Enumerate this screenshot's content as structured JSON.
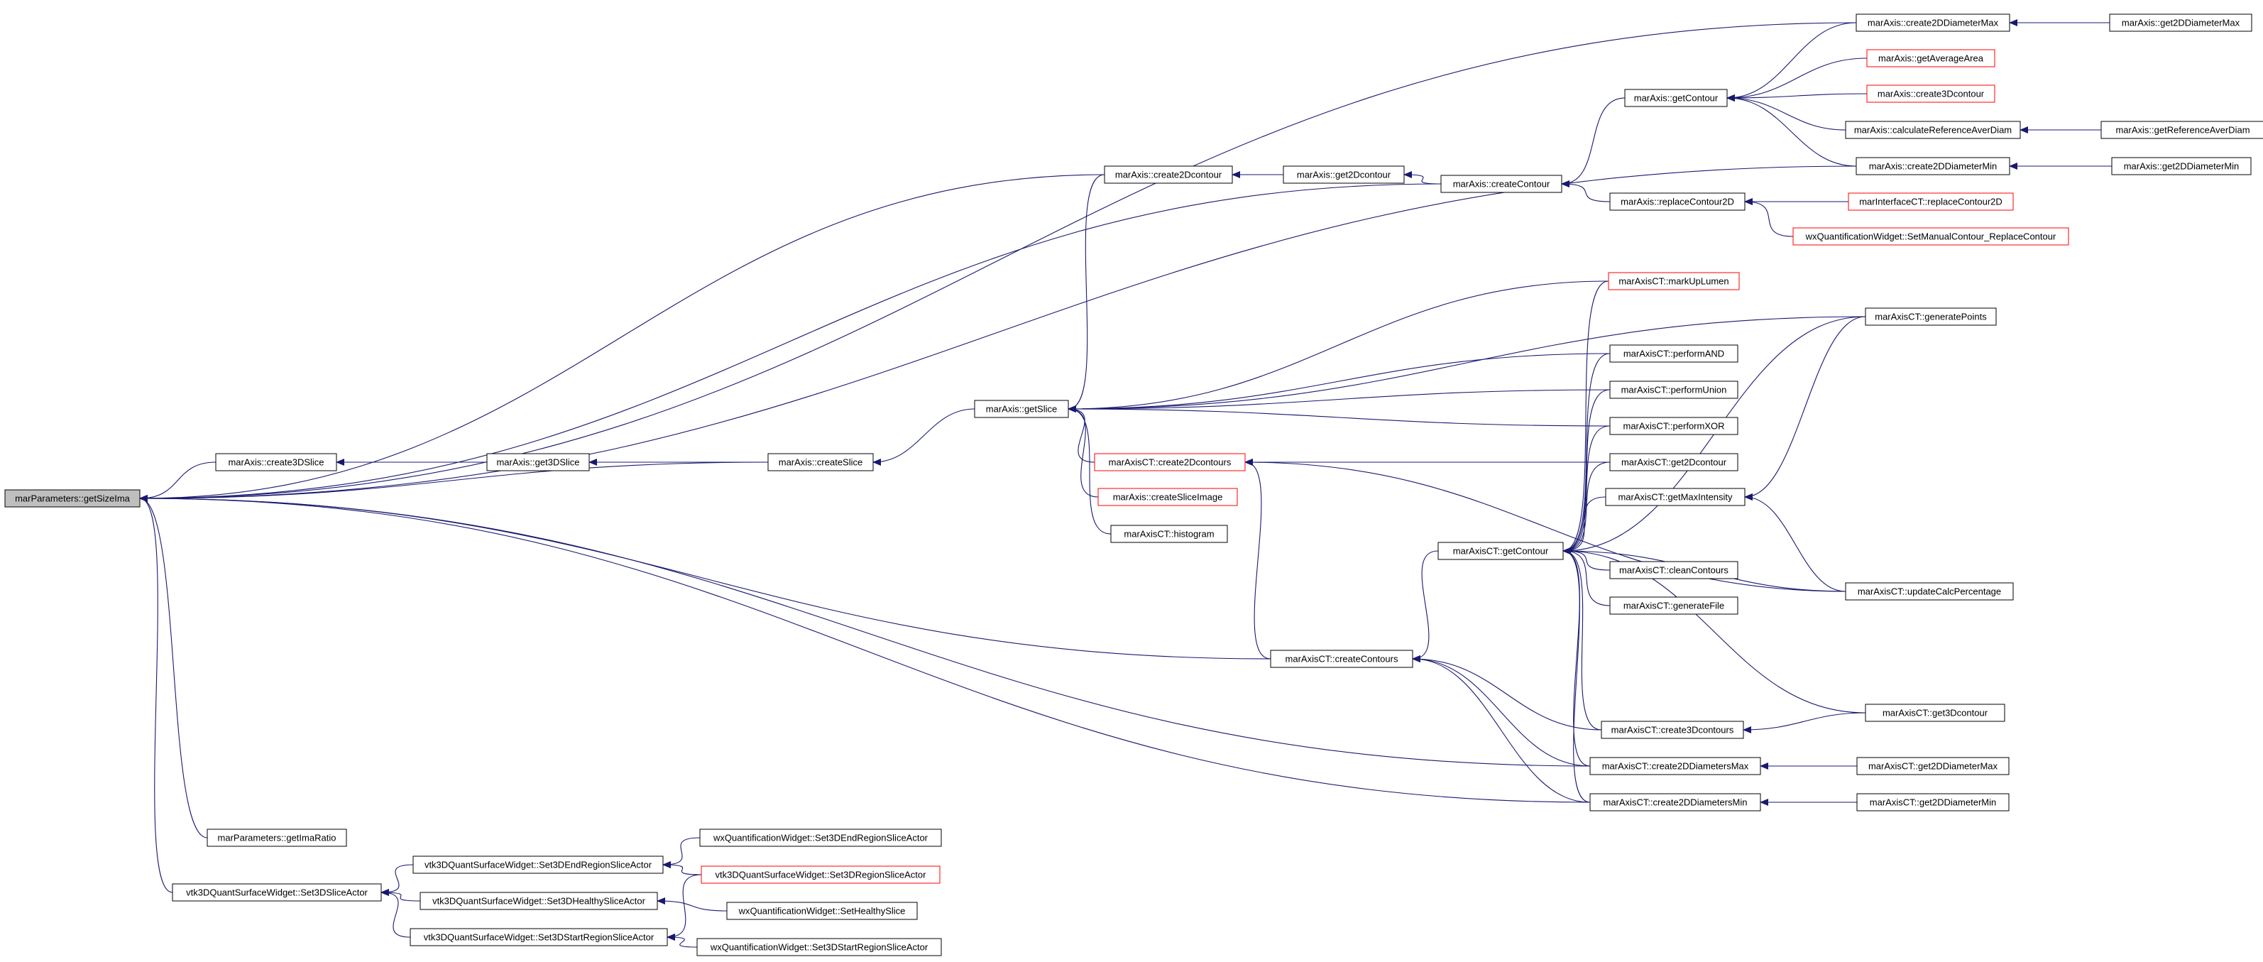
{
  "diagram": {
    "nodes": [
      {
        "id": "getSizeIma",
        "label": "marParameters::getSizeIma",
        "style": "root"
      },
      {
        "id": "create3DSlice",
        "label": "marAxis::create3DSlice",
        "style": "normal"
      },
      {
        "id": "getImaRatio",
        "label": "marParameters::getImaRatio",
        "style": "normal"
      },
      {
        "id": "Set3DSliceActor",
        "label": "vtk3DQuantSurfaceWidget::Set3DSliceActor",
        "style": "normal"
      },
      {
        "id": "get3DSlice",
        "label": "marAxis::get3DSlice",
        "style": "normal"
      },
      {
        "id": "createSlice",
        "label": "marAxis::createSlice",
        "style": "normal"
      },
      {
        "id": "getSlice",
        "label": "marAxis::getSlice",
        "style": "normal"
      },
      {
        "id": "create2Dcontour",
        "label": "marAxis::create2Dcontour",
        "style": "normal"
      },
      {
        "id": "get2Dcontour",
        "label": "marAxis::get2Dcontour",
        "style": "normal"
      },
      {
        "id": "createContour",
        "label": "marAxis::createContour",
        "style": "normal"
      },
      {
        "id": "getContour",
        "label": "marAxis::getContour",
        "style": "normal"
      },
      {
        "id": "replaceContour2D",
        "label": "marAxis::replaceContour2D",
        "style": "normal"
      },
      {
        "id": "create2DDiameterMax",
        "label": "marAxis::create2DDiameterMax",
        "style": "normal"
      },
      {
        "id": "getAverageArea",
        "label": "marAxis::getAverageArea",
        "style": "red"
      },
      {
        "id": "create3Dcontour",
        "label": "marAxis::create3Dcontour",
        "style": "red"
      },
      {
        "id": "calcRefAverDiam",
        "label": "marAxis::calculateReferenceAverDiam",
        "style": "normal"
      },
      {
        "id": "create2DDiameterMin",
        "label": "marAxis::create2DDiameterMin",
        "style": "normal"
      },
      {
        "id": "get2DDiameterMax",
        "label": "marAxis::get2DDiameterMax",
        "style": "normal"
      },
      {
        "id": "getRefAverDiam",
        "label": "marAxis::getReferenceAverDiam",
        "style": "normal"
      },
      {
        "id": "get2DDiameterMin",
        "label": "marAxis::get2DDiameterMin",
        "style": "normal"
      },
      {
        "id": "ifReplaceContour2D",
        "label": "marInterfaceCT::replaceContour2D",
        "style": "red"
      },
      {
        "id": "wxSetManualContour",
        "label": "wxQuantificationWidget::SetManualContour_ReplaceContour",
        "style": "red"
      },
      {
        "id": "ctMarkUpLumen",
        "label": "marAxisCT::markUpLumen",
        "style": "red"
      },
      {
        "id": "ctGeneratePoints",
        "label": "marAxisCT::generatePoints",
        "style": "normal"
      },
      {
        "id": "ctPerformAND",
        "label": "marAxisCT::performAND",
        "style": "normal"
      },
      {
        "id": "ctPerformUnion",
        "label": "marAxisCT::performUnion",
        "style": "normal"
      },
      {
        "id": "ctPerformXOR",
        "label": "marAxisCT::performXOR",
        "style": "normal"
      },
      {
        "id": "ctGet2Dcontour",
        "label": "marAxisCT::get2Dcontour",
        "style": "normal"
      },
      {
        "id": "ctGetMaxIntensity",
        "label": "marAxisCT::getMaxIntensity",
        "style": "normal"
      },
      {
        "id": "ctCleanContours",
        "label": "marAxisCT::cleanContours",
        "style": "normal"
      },
      {
        "id": "ctGenerateFile",
        "label": "marAxisCT::generateFile",
        "style": "normal"
      },
      {
        "id": "ctUpdateCalcPercentage",
        "label": "marAxisCT::updateCalcPercentage",
        "style": "normal"
      },
      {
        "id": "ctCreate2Dcontours",
        "label": "marAxisCT::create2Dcontours",
        "style": "red"
      },
      {
        "id": "createSliceImage",
        "label": "marAxis::createSliceImage",
        "style": "red"
      },
      {
        "id": "ctHistogram",
        "label": "marAxisCT::histogram",
        "style": "normal"
      },
      {
        "id": "ctGetContour",
        "label": "marAxisCT::getContour",
        "style": "normal"
      },
      {
        "id": "ctCreateContours",
        "label": "marAxisCT::createContours",
        "style": "normal"
      },
      {
        "id": "ctCreate3Dcontours",
        "label": "marAxisCT::create3Dcontours",
        "style": "normal"
      },
      {
        "id": "ctGet3Dcontour",
        "label": "marAxisCT::get3Dcontour",
        "style": "normal"
      },
      {
        "id": "ctCreate2DDiametersMax",
        "label": "marAxisCT::create2DDiametersMax",
        "style": "normal"
      },
      {
        "id": "ctGet2DDiameterMax",
        "label": "marAxisCT::get2DDiameterMax",
        "style": "normal"
      },
      {
        "id": "ctCreate2DDiametersMin",
        "label": "marAxisCT::create2DDiametersMin",
        "style": "normal"
      },
      {
        "id": "ctGet2DDiameterMin",
        "label": "marAxisCT::get2DDiameterMin",
        "style": "normal"
      },
      {
        "id": "Set3DEndRegion",
        "label": "vtk3DQuantSurfaceWidget::Set3DEndRegionSliceActor",
        "style": "normal"
      },
      {
        "id": "Set3DHealthy",
        "label": "vtk3DQuantSurfaceWidget::Set3DHealthySliceActor",
        "style": "normal"
      },
      {
        "id": "Set3DStartRegion",
        "label": "vtk3DQuantSurfaceWidget::Set3DStartRegionSliceActor",
        "style": "normal"
      },
      {
        "id": "wxSet3DEndRegion",
        "label": "wxQuantificationWidget::Set3DEndRegionSliceActor",
        "style": "normal"
      },
      {
        "id": "Set3DRegion",
        "label": "vtk3DQuantSurfaceWidget::Set3DRegionSliceActor",
        "style": "red"
      },
      {
        "id": "wxSetHealthySlice",
        "label": "wxQuantificationWidget::SetHealthySlice",
        "style": "normal"
      },
      {
        "id": "wxSet3DStartRegion",
        "label": "wxQuantificationWidget::Set3DStartRegionSliceActor",
        "style": "normal"
      }
    ],
    "edges": [
      {
        "from": "create3DSlice",
        "to": "getSizeIma"
      },
      {
        "from": "getImaRatio",
        "to": "getSizeIma"
      },
      {
        "from": "Set3DSliceActor",
        "to": "getSizeIma"
      },
      {
        "from": "createSlice",
        "to": "getSizeIma"
      },
      {
        "from": "create2DDiameterMax",
        "to": "getSizeIma"
      },
      {
        "from": "create2DDiameterMin",
        "to": "getSizeIma"
      },
      {
        "from": "create2Dcontour",
        "to": "getSizeIma"
      },
      {
        "from": "createContour",
        "to": "getSizeIma"
      },
      {
        "from": "ctCreateContours",
        "to": "getSizeIma"
      },
      {
        "from": "ctCreate2DDiametersMax",
        "to": "getSizeIma"
      },
      {
        "from": "ctCreate2DDiametersMin",
        "to": "getSizeIma"
      },
      {
        "from": "get3DSlice",
        "to": "create3DSlice"
      },
      {
        "from": "createSlice",
        "to": "get3DSlice"
      },
      {
        "from": "getSlice",
        "to": "createSlice"
      },
      {
        "from": "create2Dcontour",
        "to": "getSlice"
      },
      {
        "from": "ctMarkUpLumen",
        "to": "getSlice"
      },
      {
        "from": "ctGeneratePoints",
        "to": "getSlice"
      },
      {
        "from": "ctPerformAND",
        "to": "getSlice"
      },
      {
        "from": "ctPerformUnion",
        "to": "getSlice"
      },
      {
        "from": "ctPerformXOR",
        "to": "getSlice"
      },
      {
        "from": "ctCreate2Dcontours",
        "to": "getSlice"
      },
      {
        "from": "createSliceImage",
        "to": "getSlice"
      },
      {
        "from": "ctHistogram",
        "to": "getSlice"
      },
      {
        "from": "get2Dcontour",
        "to": "create2Dcontour"
      },
      {
        "from": "createContour",
        "to": "get2Dcontour"
      },
      {
        "from": "getContour",
        "to": "createContour"
      },
      {
        "from": "replaceContour2D",
        "to": "createContour"
      },
      {
        "from": "create2DDiameterMax",
        "to": "getContour"
      },
      {
        "from": "getAverageArea",
        "to": "getContour"
      },
      {
        "from": "create3Dcontour",
        "to": "getContour"
      },
      {
        "from": "calcRefAverDiam",
        "to": "getContour"
      },
      {
        "from": "create2DDiameterMin",
        "to": "getContour"
      },
      {
        "from": "get2DDiameterMax",
        "to": "create2DDiameterMax"
      },
      {
        "from": "getRefAverDiam",
        "to": "calcRefAverDiam"
      },
      {
        "from": "get2DDiameterMin",
        "to": "create2DDiameterMin"
      },
      {
        "from": "ifReplaceContour2D",
        "to": "replaceContour2D"
      },
      {
        "from": "wxSetManualContour",
        "to": "replaceContour2D"
      },
      {
        "from": "ctGet2Dcontour",
        "to": "ctCreate2Dcontours"
      },
      {
        "from": "ctCreateContours",
        "to": "ctCreate2Dcontours"
      },
      {
        "from": "ctUpdateCalcPercentage",
        "to": "ctCreate2Dcontours"
      },
      {
        "from": "ctMarkUpLumen",
        "to": "ctGetContour"
      },
      {
        "from": "ctGeneratePoints",
        "to": "ctGetContour"
      },
      {
        "from": "ctPerformAND",
        "to": "ctGetContour"
      },
      {
        "from": "ctPerformUnion",
        "to": "ctGetContour"
      },
      {
        "from": "ctPerformXOR",
        "to": "ctGetContour"
      },
      {
        "from": "ctGet2Dcontour",
        "to": "ctGetContour"
      },
      {
        "from": "ctGetMaxIntensity",
        "to": "ctGetContour"
      },
      {
        "from": "ctCleanContours",
        "to": "ctGetContour"
      },
      {
        "from": "ctGenerateFile",
        "to": "ctGetContour"
      },
      {
        "from": "ctUpdateCalcPercentage",
        "to": "ctGetContour"
      },
      {
        "from": "ctCreate3Dcontours",
        "to": "ctGetContour"
      },
      {
        "from": "ctCreate2DDiametersMax",
        "to": "ctGetContour"
      },
      {
        "from": "ctCreate2DDiametersMin",
        "to": "ctGetContour"
      },
      {
        "from": "ctGet3Dcontour",
        "to": "ctGetContour"
      },
      {
        "from": "ctGetContour",
        "to": "ctCreateContours"
      },
      {
        "from": "ctCreate3Dcontours",
        "to": "ctCreateContours"
      },
      {
        "from": "ctCreate2DDiametersMax",
        "to": "ctCreateContours"
      },
      {
        "from": "ctCreate2DDiametersMin",
        "to": "ctCreateContours"
      },
      {
        "from": "ctGeneratePoints",
        "to": "ctGetMaxIntensity"
      },
      {
        "from": "ctUpdateCalcPercentage",
        "to": "ctGetMaxIntensity"
      },
      {
        "from": "ctGet3Dcontour",
        "to": "ctCreate3Dcontours"
      },
      {
        "from": "ctGet2DDiameterMax",
        "to": "ctCreate2DDiametersMax"
      },
      {
        "from": "ctGet2DDiameterMin",
        "to": "ctCreate2DDiametersMin"
      },
      {
        "from": "Set3DEndRegion",
        "to": "Set3DSliceActor"
      },
      {
        "from": "Set3DHealthy",
        "to": "Set3DSliceActor"
      },
      {
        "from": "Set3DStartRegion",
        "to": "Set3DSliceActor"
      },
      {
        "from": "wxSet3DEndRegion",
        "to": "Set3DEndRegion"
      },
      {
        "from": "Set3DRegion",
        "to": "Set3DEndRegion"
      },
      {
        "from": "wxSetHealthySlice",
        "to": "Set3DHealthy"
      },
      {
        "from": "Set3DRegion",
        "to": "Set3DStartRegion"
      },
      {
        "from": "wxSet3DStartRegion",
        "to": "Set3DStartRegion"
      }
    ],
    "colors": {
      "edge": "#191970",
      "node_border": "#000000",
      "node_border_highlight": "#ff0000",
      "root_fill": "#bfbfbf",
      "background": "#ffffff"
    }
  }
}
